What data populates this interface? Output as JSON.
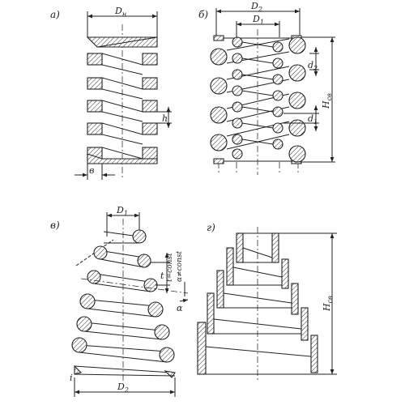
{
  "panels": {
    "a": {
      "label": "а)",
      "dim_top": "D",
      "dim_top_sub": "н",
      "dim_h": "h",
      "dim_b": "в"
    },
    "b": {
      "label": "б)",
      "dim_outer": "D",
      "dim_outer_sub": "2",
      "dim_inner": "D",
      "dim_inner_sub": "1",
      "dim_d2": "d",
      "dim_d2_sub": "2",
      "dim_d1": "d",
      "dim_d1_sub": "1",
      "dim_height": "H",
      "dim_height_sub": "св"
    },
    "c": {
      "label": "в)",
      "dim_top": "D",
      "dim_top_sub": "1",
      "dim_bottom": "D",
      "dim_bottom_sub": "2",
      "dim_t": "t",
      "dim_alpha": "α",
      "note_line1": "t=const",
      "note_line2": "α≠const",
      "mark_i": "i"
    },
    "d": {
      "label": "г)",
      "dim_height": "H",
      "dim_height_sub": "св"
    }
  }
}
